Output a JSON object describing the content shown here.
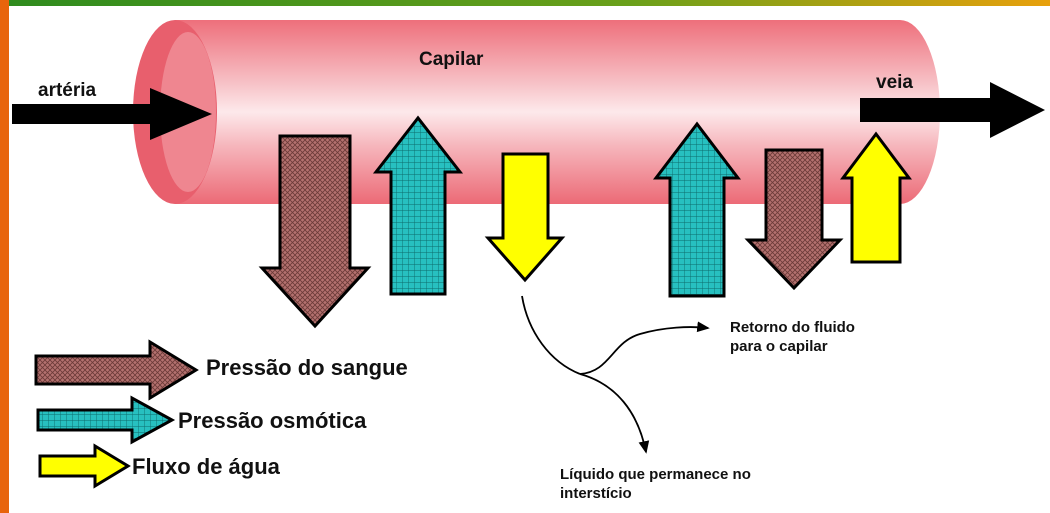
{
  "labels": {
    "capillary": "Capilar",
    "artery": "artéria",
    "vein": "veia",
    "return_line1": "Retorno do fluido",
    "return_line2": "para o capilar",
    "interstitial_line1": "Líquido que permanece no",
    "interstitial_line2": "interstício"
  },
  "legend": [
    {
      "label": "Pressão do sangue",
      "icon": "blood-pressure-arrow-icon"
    },
    {
      "label": "Pressão osmótica",
      "icon": "osmotic-pressure-arrow-icon"
    },
    {
      "label": "Fluxo de água",
      "icon": "water-flow-arrow-icon"
    }
  ],
  "colors": {
    "frame_left": "#e8640c",
    "frame_top_start": "#2e8b1e",
    "frame_top_end": "#e8a00c",
    "vessel": "#f07a84",
    "vessel_highlight": "#fbe4e6",
    "blood_pressure": "#b3716f",
    "osmotic_pressure": "#27c0c0",
    "water_flow": "#ffff00",
    "outline": "#000000"
  }
}
